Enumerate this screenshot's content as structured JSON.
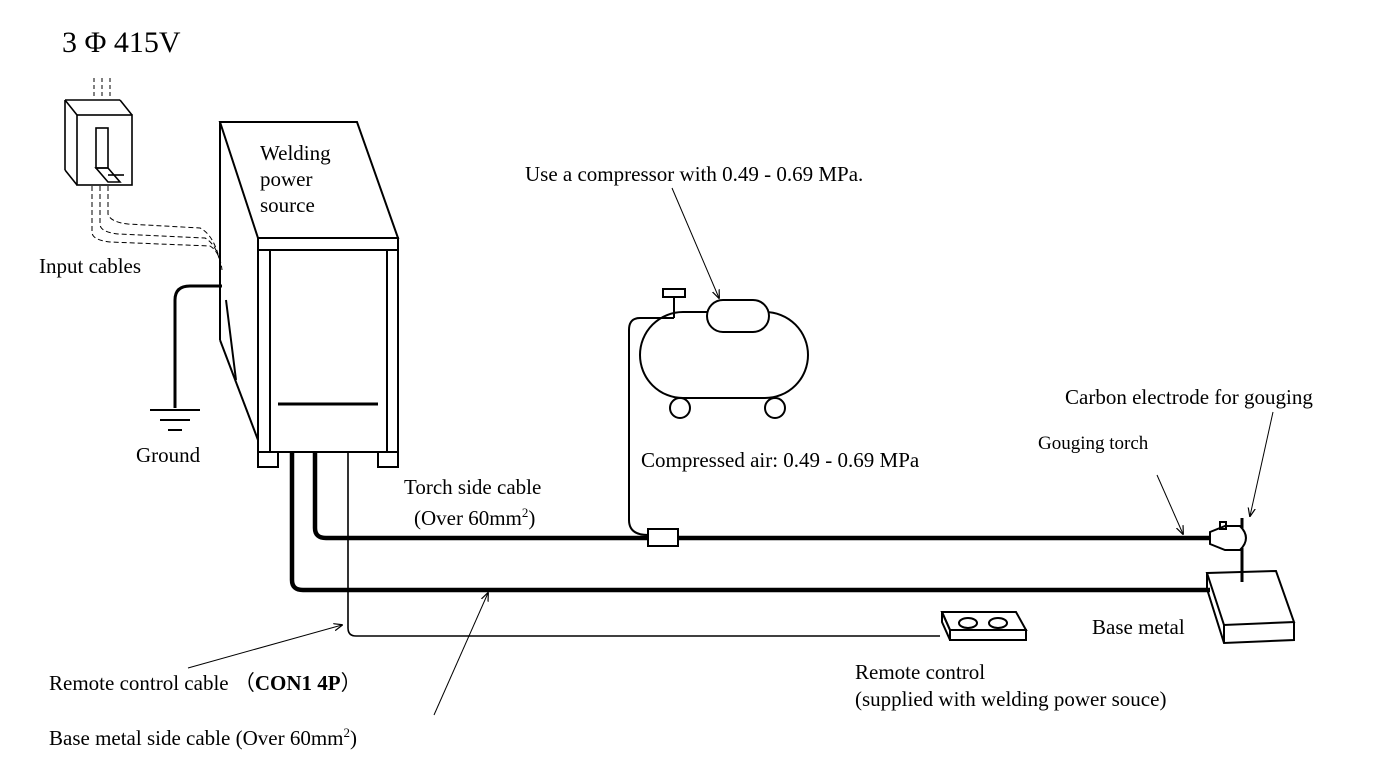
{
  "supply": "3 Φ 415V",
  "welding_power_source": {
    "line1": "Welding",
    "line2": "power",
    "line3": "source"
  },
  "input_cables": "Input cables",
  "ground": "Ground",
  "compressor_note": "Use a compressor with 0.49 - 0.69 MPa.",
  "compressed_air": "Compressed air: 0.49 - 0.69 MPa",
  "carbon_electrode": "Carbon electrode for gouging",
  "gouging_torch": "Gouging torch",
  "torch_side_cable": {
    "line1": "Torch side cable",
    "line2": "(Over 60mm",
    "sup": "2",
    "close": ")"
  },
  "base_metal": "Base metal",
  "remote_control": {
    "line1": "Remote control",
    "line2": "(supplied with welding power souce)"
  },
  "remote_control_cable": {
    "text": "Remote control cable （",
    "code": "CON1 4P",
    "close": "）"
  },
  "base_metal_side_cable": {
    "text": "Base metal side cable (Over 60mm",
    "sup": "2",
    "close": ")"
  }
}
